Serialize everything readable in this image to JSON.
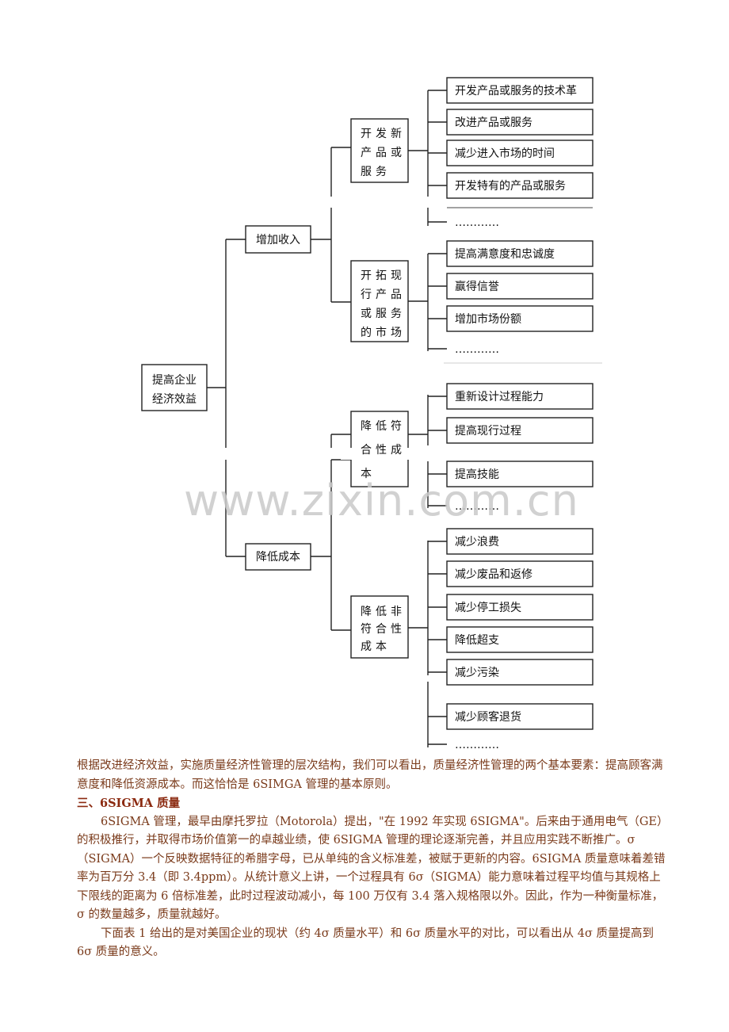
{
  "diagram": {
    "root": "提高企业经济效益",
    "branch_increase": "增加收入",
    "branch_decrease": "降低成本",
    "node_develop_new": "开发新产品或服务",
    "node_develop_market": "开拓现行产品或服务的市场",
    "node_conformance": "降低符合性成本",
    "node_nonconformance": "降低非符合性成本",
    "leaves_develop_new": [
      "开发产品或服务的技术革",
      "改进产品或服务",
      "减少进入市场的时间",
      "开发特有的产品或服务",
      "…………"
    ],
    "leaves_develop_market": [
      "提高满意度和忠诚度",
      "赢得信誉",
      "增加市场份额",
      "…………"
    ],
    "leaves_conformance": [
      "重新设计过程能力",
      "提高现行过程",
      "提高技能",
      "…………"
    ],
    "leaves_nonconformance": [
      "减少浪费",
      "减少废品和返修",
      "减少停工损失",
      "降低超支",
      "减少污染",
      "减少顾客退货",
      "…………"
    ]
  },
  "watermark": "www.zixin.com.cn",
  "text": {
    "para1": "根据改进经济效益，实施质量经济性管理的层次结构，我们可以看出，质量经济性管理的两个基本要素：提高顾客满意度和降低资源成本。而这恰恰是 6SIMGA 管理的基本原则。",
    "heading": "三、6SIGMA 质量",
    "para2": "6SIGMA 管理，最早由摩托罗拉（Motorola）提出，\"在 1992 年实现 6SIGMA\"。后来由于通用电气（GE）的积极推行，并取得市场价值第一的卓越业绩，使 6SIGMA 管理的理论逐渐完善，并且应用实践不断推广。σ（SIGMA）一个反映数据特征的希腊字母，已从单纯的含义标准差，被赋于更新的内容。6SIGMA 质量意味着差错率为百万分 3.4（即 3.4ppm）。从统计意义上讲，一个过程具有 6σ（SIGMA）能力意味着过程平均值与其规格上下限线的距离为 6 倍标准差，此时过程波动减小，每 100 万仅有 3.4 落入规格限以外。因此，作为一种衡量标准，σ 的数量越多，质量就越好。",
    "para3": "下面表 1 给出的是对美国企业的现状（约 4σ 质量水平）和 6σ 质量水平的对比，可以看出从 4σ 质量提高到 6σ 质量的意义。"
  }
}
